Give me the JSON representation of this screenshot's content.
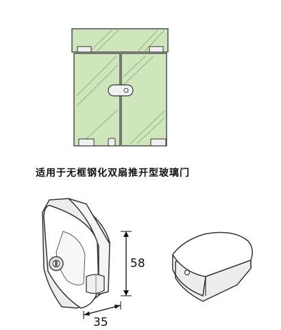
{
  "caption": "适用于无框钢化双扇推开型玻璃门",
  "dimensions": {
    "height": "58",
    "width": "35"
  },
  "colors": {
    "glass": "#cfe6bd",
    "glass_line": "#6f9a5f",
    "outline": "#333333",
    "clamp": "#e6e6e6"
  }
}
